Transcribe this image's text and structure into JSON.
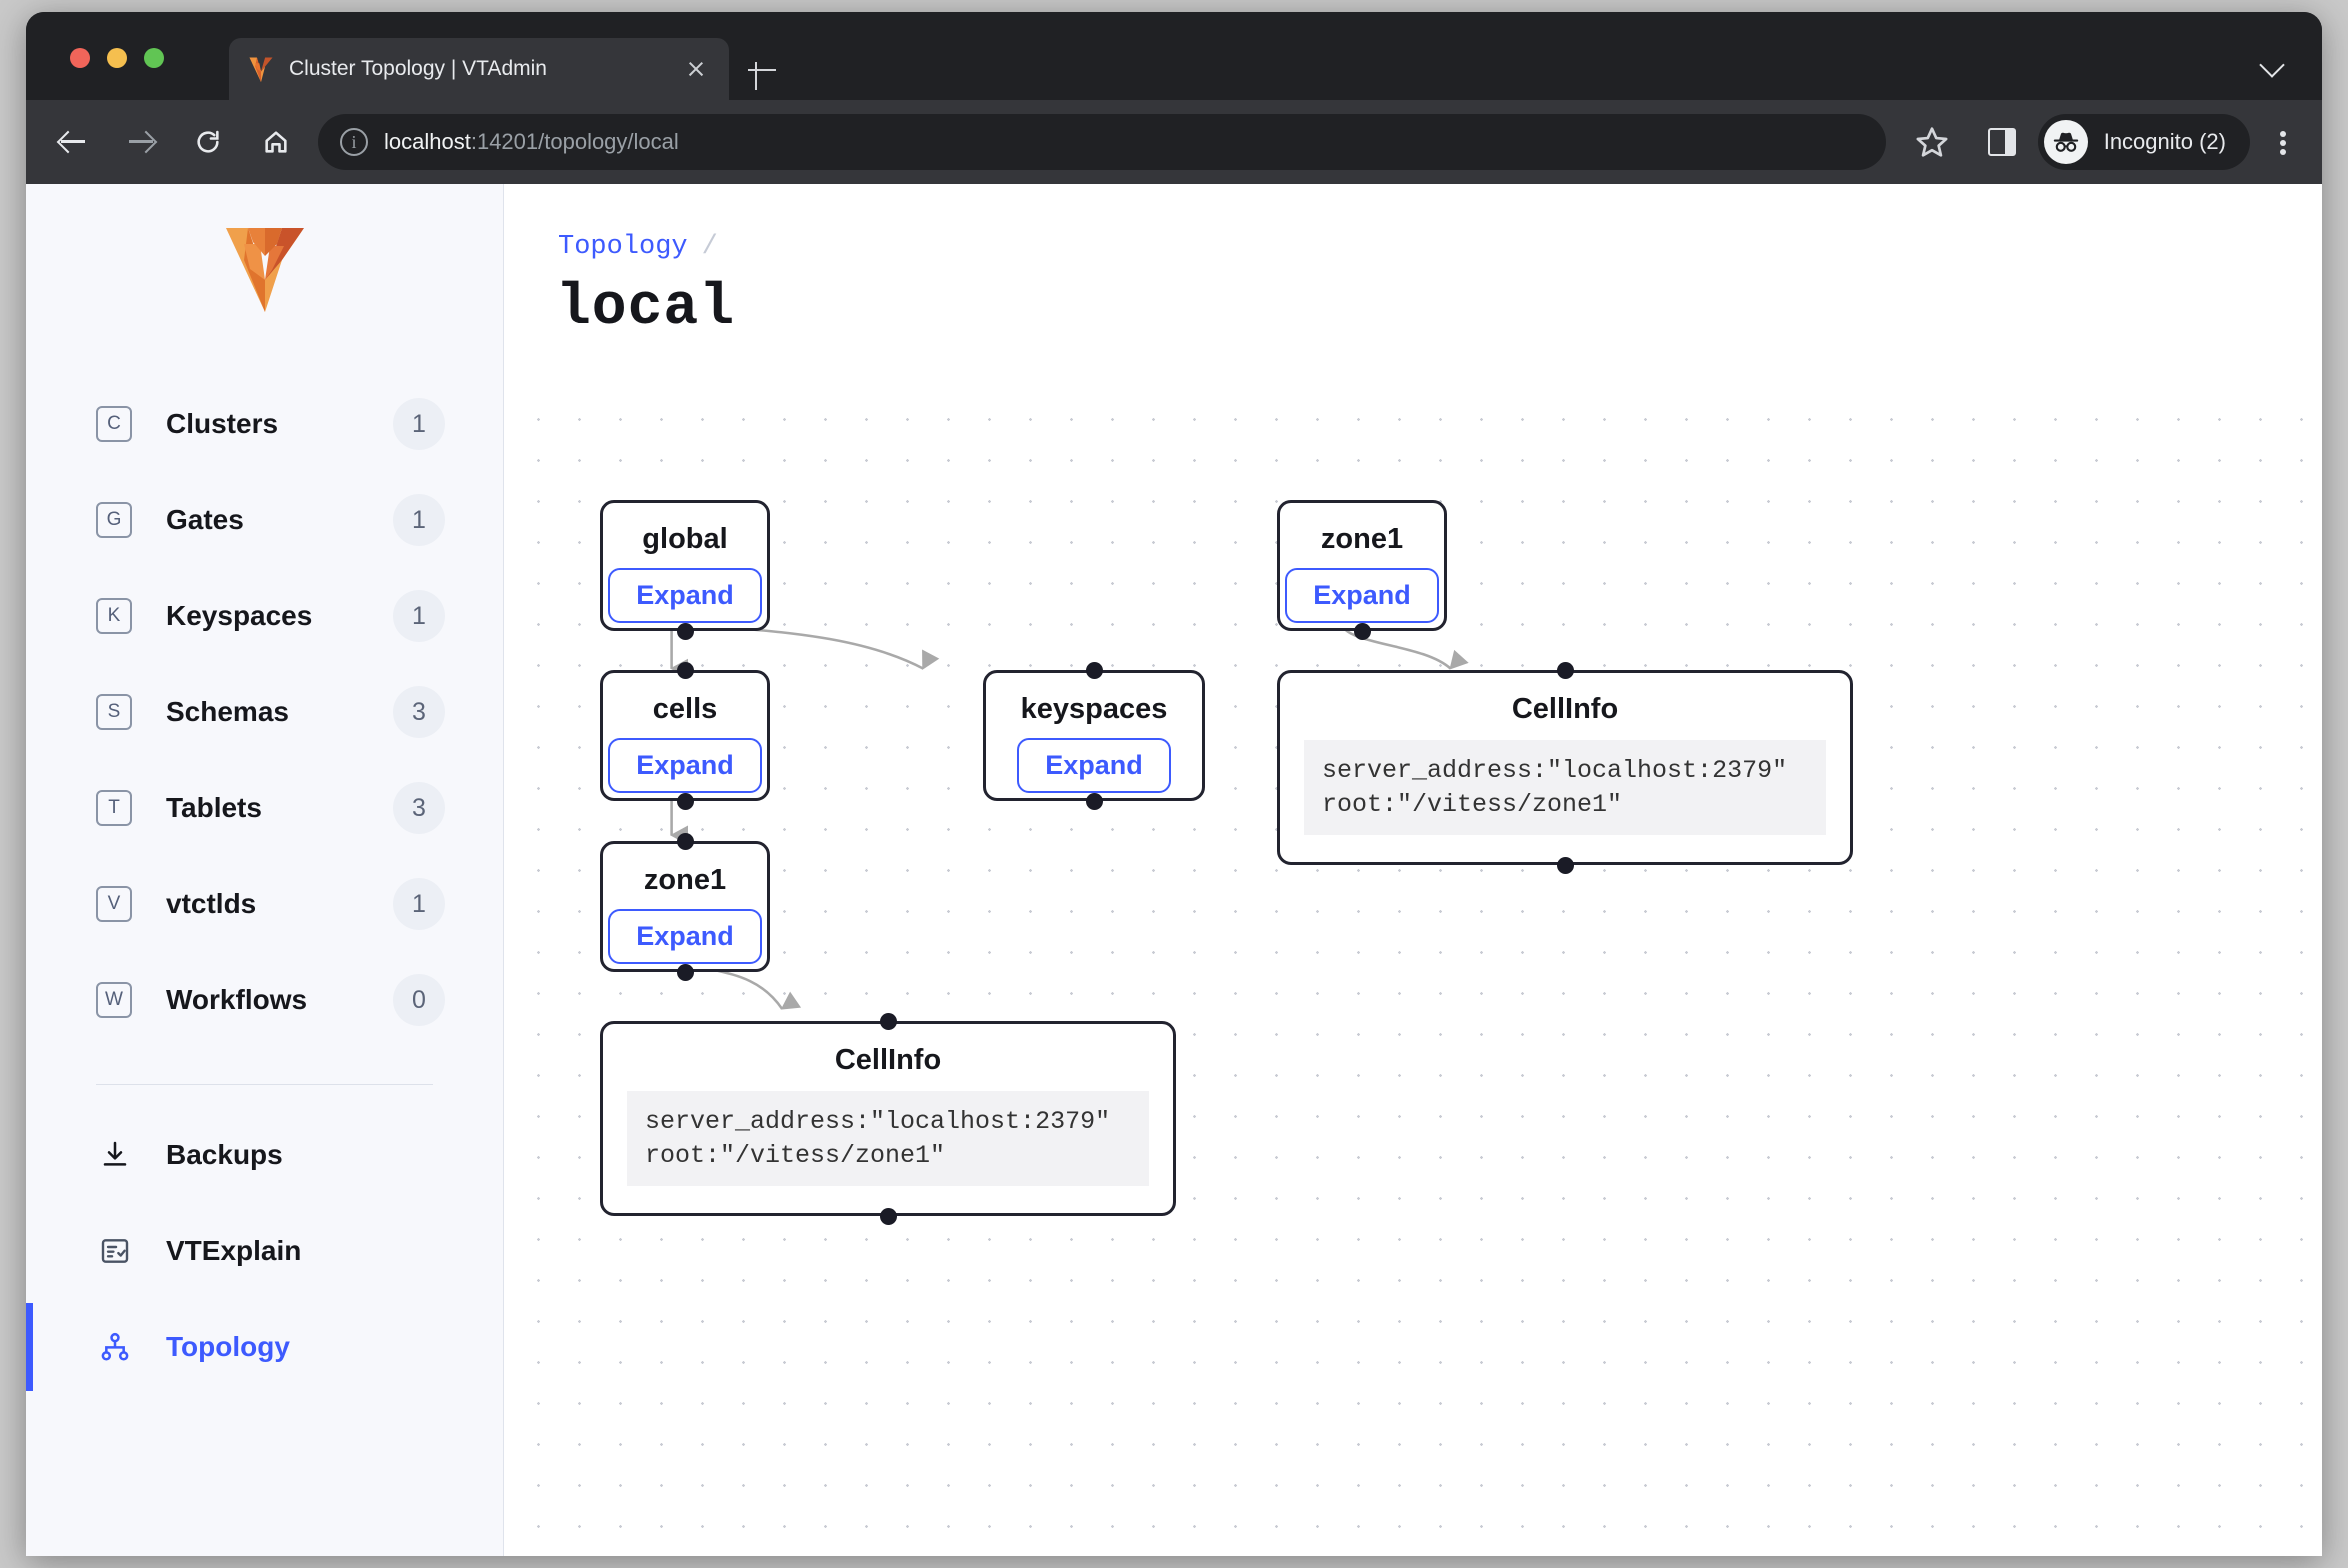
{
  "browser": {
    "tab": {
      "title": "Cluster Topology | VTAdmin",
      "favicon": "vitess-v-logo-icon",
      "close": "close-icon"
    },
    "new_tab": "new-tab-icon",
    "tabstrip_chevron": "chevron-down-icon",
    "nav": {
      "back": "back-arrow-icon",
      "forward": "forward-arrow-icon",
      "reload": "reload-icon",
      "home": "home-icon"
    },
    "omnibox": {
      "info_icon": "info-circle-icon",
      "url_host": "localhost",
      "url_path": ":14201/topology/local",
      "url_full": "localhost:14201/topology/local"
    },
    "bookmark_icon": "star-icon",
    "side_panel_icon": "side-panel-icon",
    "profile": {
      "label": "Incognito (2)",
      "avatar": "incognito-hat-icon"
    },
    "menu_icon": "kebab-menu-icon"
  },
  "sidebar": {
    "logo": "vitess-logo",
    "items": [
      {
        "icon_letter": "C",
        "label": "Clusters",
        "count": "1"
      },
      {
        "icon_letter": "G",
        "label": "Gates",
        "count": "1"
      },
      {
        "icon_letter": "K",
        "label": "Keyspaces",
        "count": "1"
      },
      {
        "icon_letter": "S",
        "label": "Schemas",
        "count": "3"
      },
      {
        "icon_letter": "T",
        "label": "Tablets",
        "count": "3"
      },
      {
        "icon_letter": "V",
        "label": "vtctlds",
        "count": "1"
      },
      {
        "icon_letter": "W",
        "label": "Workflows",
        "count": "0"
      }
    ],
    "secondary": [
      {
        "icon": "download-icon",
        "label": "Backups",
        "active": false
      },
      {
        "icon": "list-check-icon",
        "label": "VTExplain",
        "active": false
      },
      {
        "icon": "topology-icon",
        "label": "Topology",
        "active": true
      }
    ]
  },
  "main": {
    "breadcrumb": {
      "root": "Topology",
      "separator": "/"
    },
    "title": "local"
  },
  "graph": {
    "nodes": [
      {
        "id": "global",
        "title": "global",
        "button": "Expand"
      },
      {
        "id": "cells",
        "title": "cells",
        "button": "Expand"
      },
      {
        "id": "keyspaces",
        "title": "keyspaces",
        "button": "Expand"
      },
      {
        "id": "zone1-left",
        "title": "zone1",
        "button": "Expand"
      },
      {
        "id": "cellinfo-bottom",
        "title": "CellInfo",
        "code": "server_address:\"localhost:2379\"\nroot:\"/vitess/zone1\""
      },
      {
        "id": "zone1-right",
        "title": "zone1",
        "button": "Expand"
      },
      {
        "id": "cellinfo-right",
        "title": "CellInfo",
        "code": "server_address:\"localhost:2379\"\nroot:\"/vitess/zone1\""
      }
    ],
    "edges": [
      {
        "from": "global",
        "to": "cells"
      },
      {
        "from": "global",
        "to": "keyspaces"
      },
      {
        "from": "cells",
        "to": "zone1-left"
      },
      {
        "from": "zone1-left",
        "to": "cellinfo-bottom"
      },
      {
        "from": "zone1-right",
        "to": "cellinfo-right"
      }
    ]
  },
  "colors": {
    "accent": "#3d5afe",
    "node_border": "#22232f",
    "sidebar_bg": "#f7f8fc",
    "edge": "#a9a9a9"
  }
}
